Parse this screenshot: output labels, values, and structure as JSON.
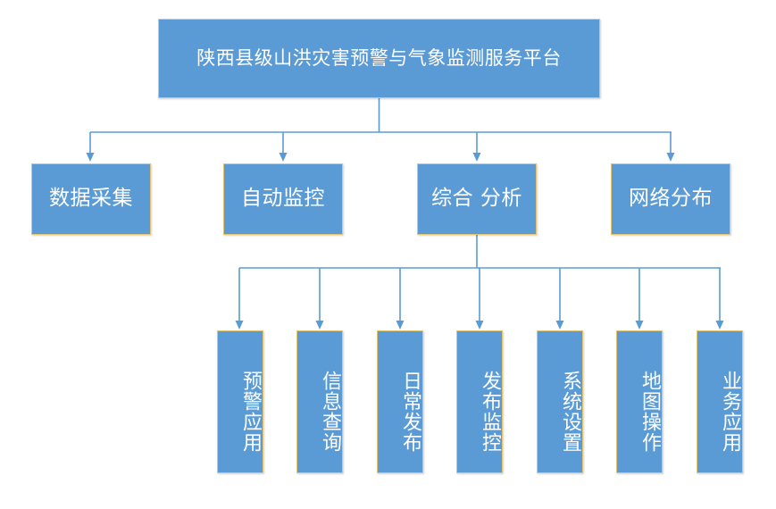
{
  "diagram": {
    "title_node": {
      "label": "陕西县级山洪灾害预警与气象监测服务平台"
    },
    "level2": [
      {
        "label": "数据采集"
      },
      {
        "label": "自动监控"
      },
      {
        "label": "综合 分析"
      },
      {
        "label": "网络分布"
      }
    ],
    "leaves": [
      {
        "label": "预警应用"
      },
      {
        "label": "信息查询"
      },
      {
        "label": "日常发布"
      },
      {
        "label": "发布监控"
      },
      {
        "label": "系统设置"
      },
      {
        "label": "地图操作"
      },
      {
        "label": "业务应用"
      }
    ],
    "colors": {
      "node_fill": "#5B9BD5",
      "node_border": "#E3C472",
      "node_text": "#FFFFFF",
      "connector": "#5B9BD5",
      "background": "#FFFFFF"
    }
  }
}
